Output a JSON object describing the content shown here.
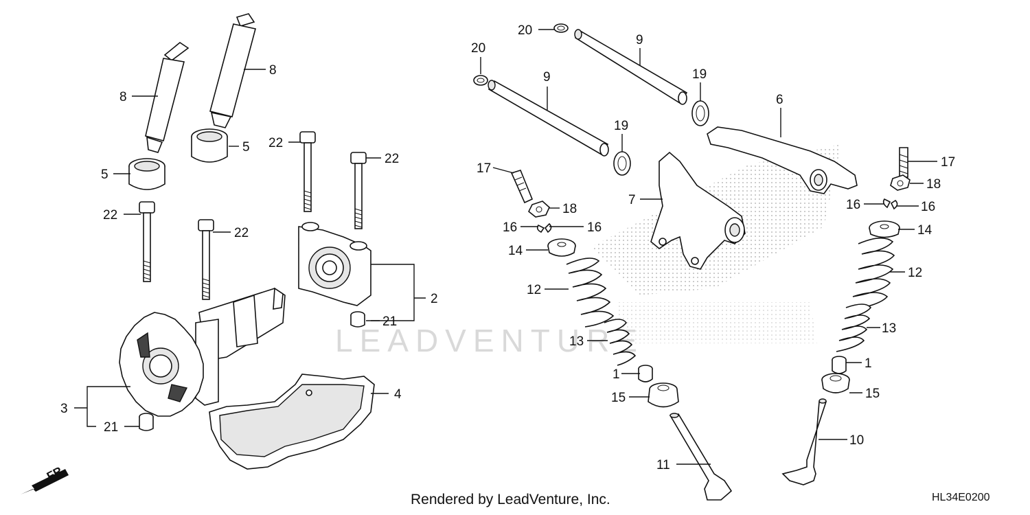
{
  "diagram": {
    "watermark": "LEADVENTURE",
    "direction_label": "FR.",
    "footer_text": "Rendered by LeadVenture, Inc.",
    "diagram_code": "HL34E0200"
  },
  "callouts": [
    {
      "id": "c8a",
      "label": "8"
    },
    {
      "id": "c8b",
      "label": "8"
    },
    {
      "id": "c5a",
      "label": "5"
    },
    {
      "id": "c5b",
      "label": "5"
    },
    {
      "id": "c22a",
      "label": "22"
    },
    {
      "id": "c22b",
      "label": "22"
    },
    {
      "id": "c22c",
      "label": "22"
    },
    {
      "id": "c22d",
      "label": "22"
    },
    {
      "id": "c2",
      "label": "2"
    },
    {
      "id": "c21a",
      "label": "21"
    },
    {
      "id": "c21b",
      "label": "21"
    },
    {
      "id": "c3",
      "label": "3"
    },
    {
      "id": "c4",
      "label": "4"
    },
    {
      "id": "c20a",
      "label": "20"
    },
    {
      "id": "c20b",
      "label": "20"
    },
    {
      "id": "c9a",
      "label": "9"
    },
    {
      "id": "c9b",
      "label": "9"
    },
    {
      "id": "c19a",
      "label": "19"
    },
    {
      "id": "c19b",
      "label": "19"
    },
    {
      "id": "c6",
      "label": "6"
    },
    {
      "id": "c7",
      "label": "7"
    },
    {
      "id": "c17a",
      "label": "17"
    },
    {
      "id": "c17b",
      "label": "17"
    },
    {
      "id": "c18a",
      "label": "18"
    },
    {
      "id": "c18b",
      "label": "18"
    },
    {
      "id": "c16a",
      "label": "16"
    },
    {
      "id": "c16b",
      "label": "16"
    },
    {
      "id": "c16c",
      "label": "16"
    },
    {
      "id": "c16d",
      "label": "16"
    },
    {
      "id": "c14a",
      "label": "14"
    },
    {
      "id": "c14b",
      "label": "14"
    },
    {
      "id": "c12a",
      "label": "12"
    },
    {
      "id": "c12b",
      "label": "12"
    },
    {
      "id": "c13a",
      "label": "13"
    },
    {
      "id": "c13b",
      "label": "13"
    },
    {
      "id": "c1a",
      "label": "1"
    },
    {
      "id": "c1b",
      "label": "1"
    },
    {
      "id": "c15a",
      "label": "15"
    },
    {
      "id": "c15b",
      "label": "15"
    },
    {
      "id": "c11",
      "label": "11"
    },
    {
      "id": "c10",
      "label": "10"
    }
  ]
}
